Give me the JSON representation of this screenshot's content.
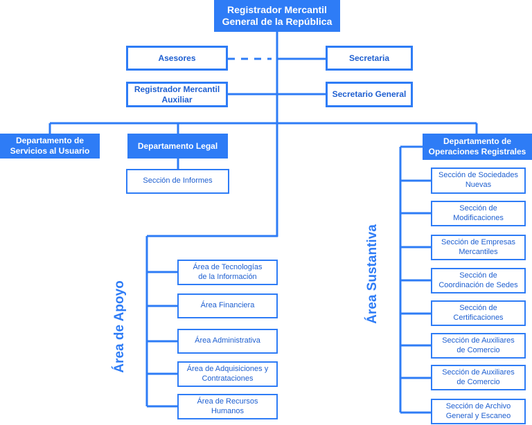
{
  "colors": {
    "accent": "#2e7cf6",
    "text": "#1e5fd0",
    "background": "#ffffff"
  },
  "nodes": {
    "registrador_general": "Registrador Mercantil\nGeneral de la República",
    "asesores": "Asesores",
    "secretaria": "Secretaria",
    "registrador_auxiliar": "Registrador Mercantil\nAuxiliar",
    "secretario_general": "Secretario General",
    "depto_servicios": "Departamento de\nServicios al Usuario",
    "depto_legal": "Departamento Legal",
    "depto_operaciones": "Departamento de\nOperaciones Registrales",
    "seccion_informes": "Sección de Informes"
  },
  "area_apoyo": {
    "label": "Área de Apoyo",
    "items": [
      "Área de Tecnologías\nde la Información",
      "Área Financiera",
      "Área Administrativa",
      "Área de Adquisiciones y\nContrataciones",
      "Área de Recursos\nHumanos"
    ]
  },
  "area_sustantiva": {
    "label": "Área Sustantiva",
    "items": [
      "Sección de Sociedades\nNuevas",
      "Sección de\nModificaciones",
      "Sección de Empresas\nMercantiles",
      "Sección de\nCoordinación de Sedes",
      "Sección de\nCertificaciones",
      "Sección de Auxiliares\nde Comercio",
      "Sección de Auxiliares\nde Comercio",
      "Sección de Archivo\nGeneral y Escaneo"
    ]
  }
}
